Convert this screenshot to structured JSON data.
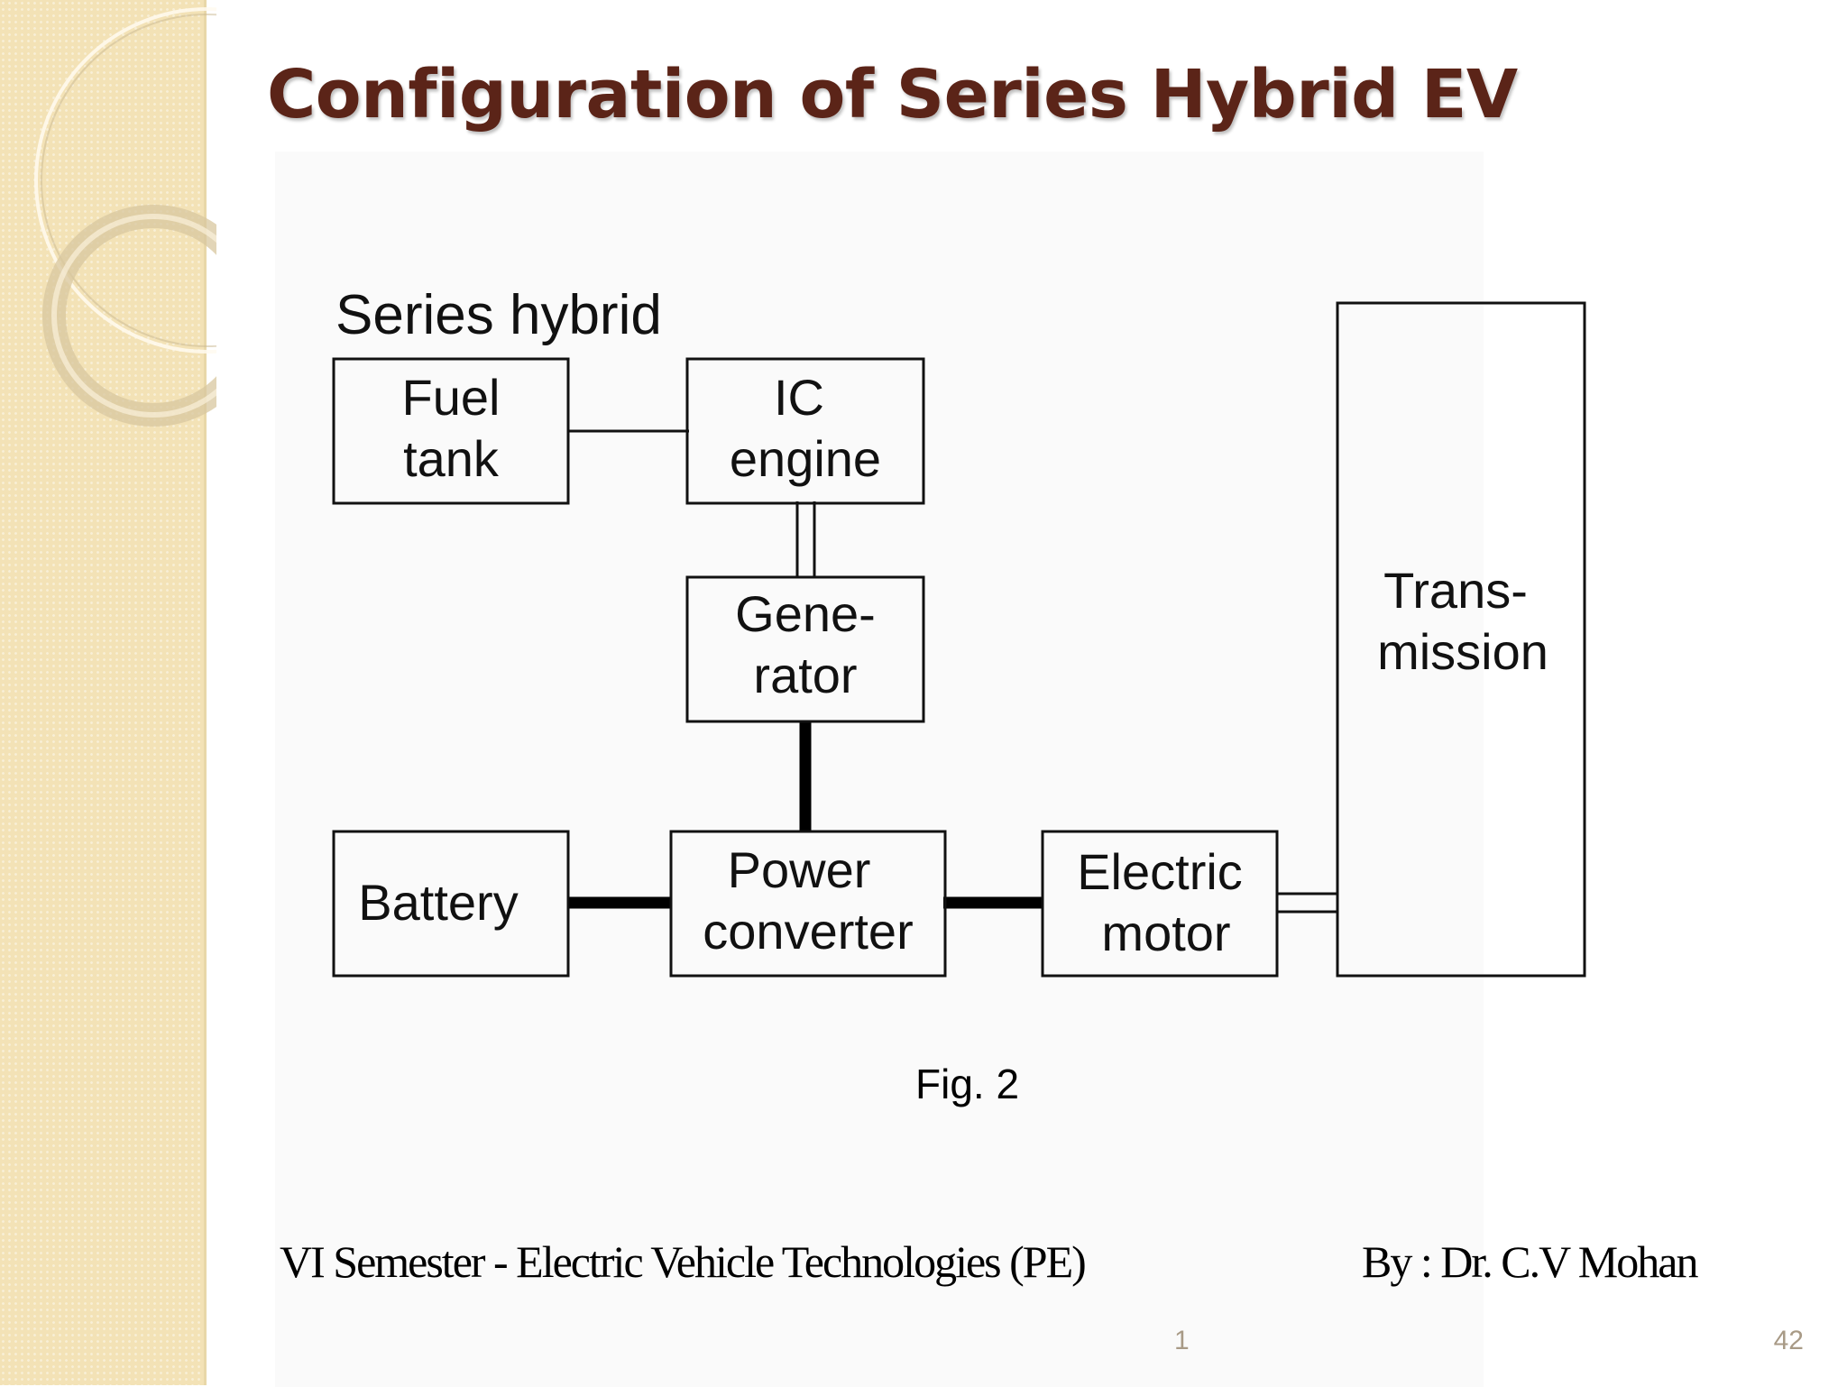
{
  "slide": {
    "title": "Configuration of Series Hybrid EV",
    "caption": "Fig. 2",
    "footer_left": "VI Semester -   Electric Vehicle Technologies (PE)",
    "footer_right": "By : Dr. C.V Mohan",
    "slide_mark": "1",
    "page_number": "42"
  },
  "diagram": {
    "heading": "Series hybrid",
    "blocks": {
      "fuel_tank": [
        "Fuel",
        "tank"
      ],
      "ic_engine": [
        "IC",
        "engine"
      ],
      "generator": [
        "Gene-",
        "rator"
      ],
      "battery": [
        "Battery"
      ],
      "power_converter": [
        "Power",
        "converter"
      ],
      "electric_motor": [
        "Electric",
        "motor"
      ],
      "transmission": [
        "Trans-",
        "mission"
      ]
    },
    "connections": [
      {
        "from": "Fuel tank",
        "to": "IC engine",
        "type": "fuel"
      },
      {
        "from": "IC engine",
        "to": "Generator",
        "type": "mechanical"
      },
      {
        "from": "Generator",
        "to": "Power converter",
        "type": "electrical"
      },
      {
        "from": "Battery",
        "to": "Power converter",
        "type": "electrical"
      },
      {
        "from": "Power converter",
        "to": "Electric motor",
        "type": "electrical"
      },
      {
        "from": "Electric motor",
        "to": "Transmission",
        "type": "mechanical"
      }
    ]
  },
  "theme": {
    "title_color": "#5b2418",
    "sidebar_color": "#f3e2b6",
    "page_number_color": "#a89a86"
  }
}
